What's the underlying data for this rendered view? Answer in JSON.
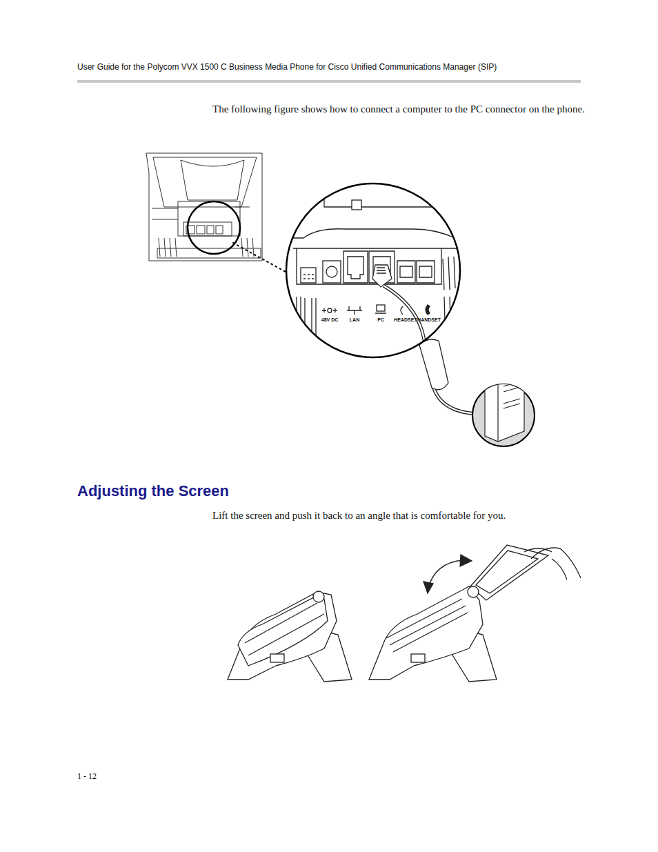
{
  "diagram": {
    "title": "Adjusting the Screen",
    "labels": [
      "User Guide for the Polycom VVX 1500 C Business Media Phone for Cisco Unified Communications Manager (SIP)",
      "The following figure shows how to connect a computer to the PC connector on the phone.",
      "48V DC",
      "LAN",
      "PC",
      "HEADSET",
      "HANDSET",
      "Lift the screen and push it back to an angle that is comfortable for you.",
      "1 - 12"
    ]
  }
}
